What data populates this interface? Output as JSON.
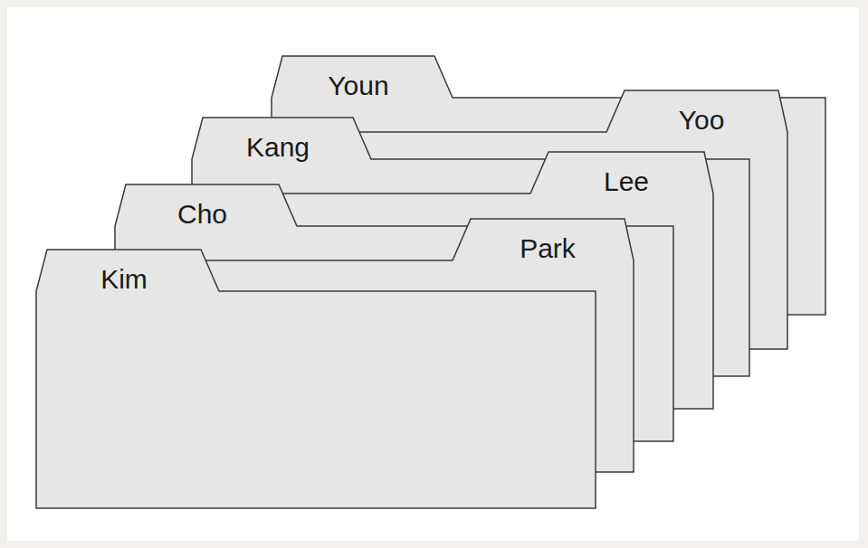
{
  "diagram": {
    "nodes": [
      {
        "text": [
          "Youn"
        ]
      },
      {
        "text": [
          "Yoo"
        ]
      },
      {
        "text": [
          "Kang"
        ]
      },
      {
        "text": [
          "Lee"
        ]
      },
      {
        "text": [
          "Cho"
        ]
      },
      {
        "text": [
          "Park"
        ]
      },
      {
        "text": [
          "Kim"
        ]
      }
    ]
  }
}
